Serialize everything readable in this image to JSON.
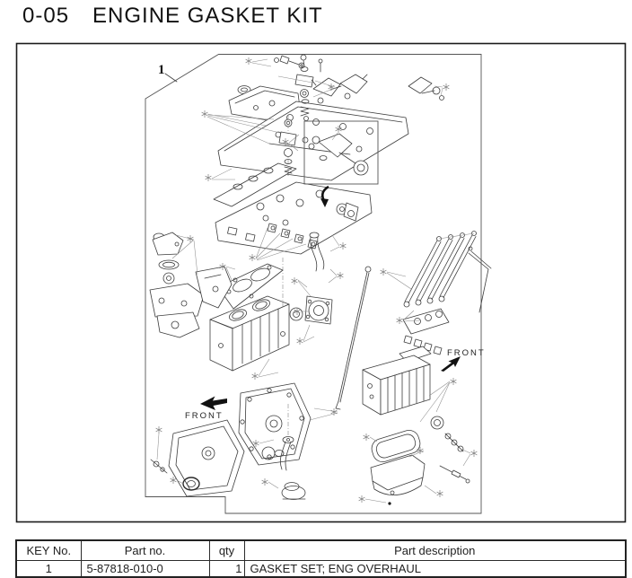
{
  "header": {
    "section_code": "0-05",
    "title": "ENGINE GASKET KIT"
  },
  "diagram": {
    "key_label": "1",
    "front_label": "FRONT",
    "colors": {
      "ink": "#1a1a1a",
      "line": "#3d3d3d",
      "leader": "#8d8d8d",
      "background": "#ffffff"
    }
  },
  "table": {
    "headers": [
      "KEY No.",
      "Part no.",
      "qty",
      "Part description"
    ],
    "rows": [
      [
        "1",
        "5-87818-010-0",
        "1",
        "GASKET SET; ENG OVERHAUL"
      ]
    ]
  }
}
